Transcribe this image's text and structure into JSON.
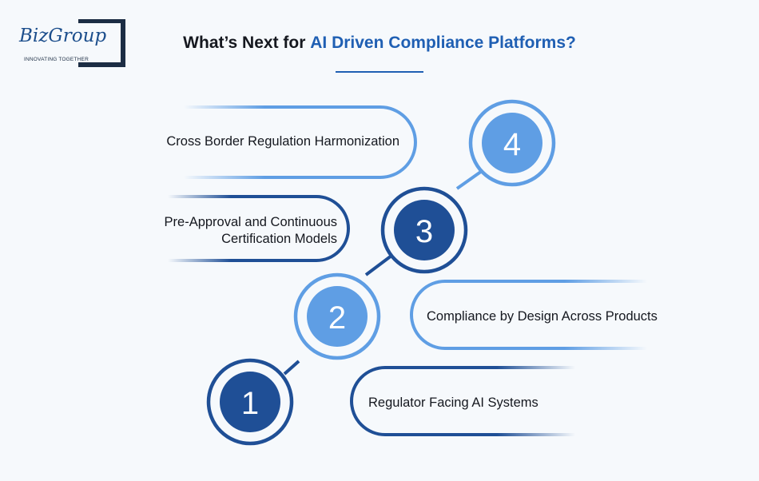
{
  "logo": {
    "brand": "BizGroup",
    "tagline": "INNOVATING TOGETHER"
  },
  "header": {
    "title_plain": "What’s Next for ",
    "title_accent": "AI Driven Compliance Platforms?"
  },
  "steps": [
    {
      "number": "1",
      "label": "Regulator Facing AI Systems"
    },
    {
      "number": "2",
      "label": "Compliance by Design Across Products"
    },
    {
      "number": "3",
      "label_line1": "Pre-Approval and Continuous",
      "label_line2": "Certification Models"
    },
    {
      "number": "4",
      "label": "Cross Border Regulation Harmonization"
    }
  ],
  "colors": {
    "navy": "#1f4f96",
    "light_blue": "#5f9ee4",
    "accent_text": "#1f5fb3",
    "background": "#f6f9fc"
  }
}
